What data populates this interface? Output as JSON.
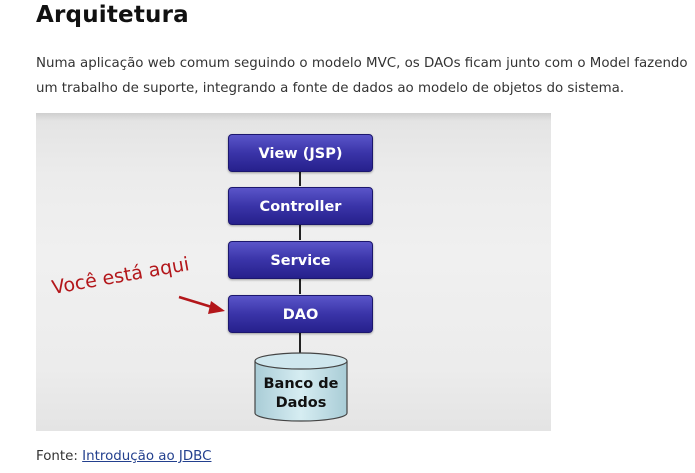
{
  "heading": "Arquitetura",
  "paragraph": {
    "line1": "Numa aplicação web comum seguindo o modelo MVC, os DAOs ficam junto com o Model fazendo",
    "line2": "um trabalho de suporte, integrando a fonte de dados ao modelo de objetos do sistema."
  },
  "diagram": {
    "layers": [
      "View (JSP)",
      "Controller",
      "Service",
      "DAO"
    ],
    "database": {
      "line1": "Banco de",
      "line2": "Dados"
    },
    "annotation": "Você está aqui",
    "colors": {
      "box": "#3a34a8",
      "database": "#c8e3ea",
      "annotation": "#b3161a"
    },
    "icons": [
      "right-arrow-icon",
      "database-cylinder-icon"
    ]
  },
  "source": {
    "prefix": "Fonte: ",
    "link_text": "Introdução ao JDBC"
  }
}
